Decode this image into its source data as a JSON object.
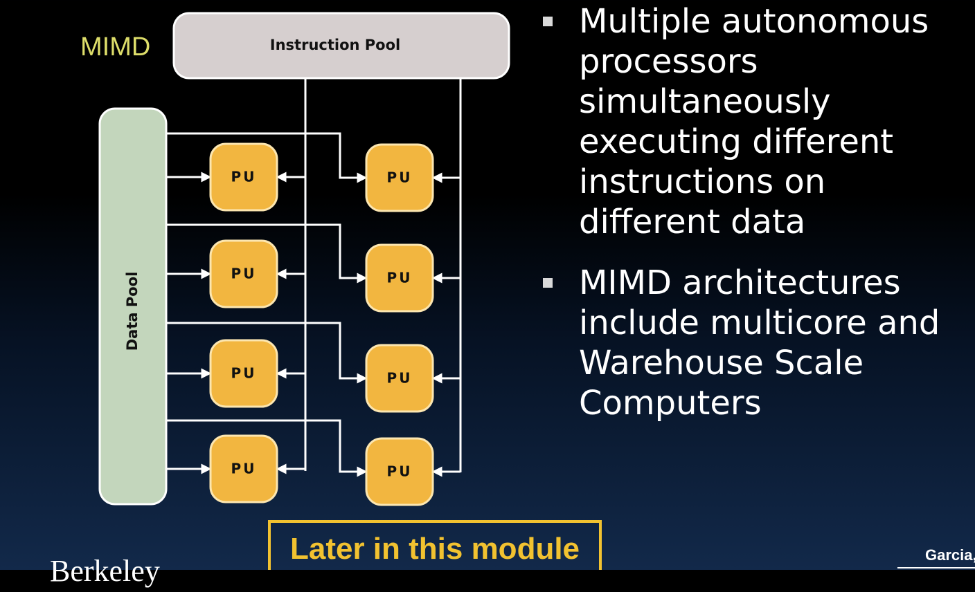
{
  "mimd_label": "MIMD",
  "instruction_pool_label": "Instruction Pool",
  "data_pool_label": "Data Pool",
  "processing_units": [
    "PU",
    "PU",
    "PU",
    "PU",
    "PU",
    "PU",
    "PU",
    "PU"
  ],
  "bullets": [
    "Multiple autonomous processors simultaneously executing different instructions on different data",
    "MIMD architectures include multicore and Warehouse Scale Computers"
  ],
  "callout": "Later in this module",
  "footer": {
    "berkeley": "Berkeley",
    "author": "Garcia,"
  },
  "colors": {
    "instruction_pool": "#d6cfcf",
    "data_pool": "#c3d6bc",
    "pu": "#f2b640",
    "pu_border": "#fce6b0",
    "callout": "#f2c230",
    "mimd_label": "#dede6a"
  }
}
